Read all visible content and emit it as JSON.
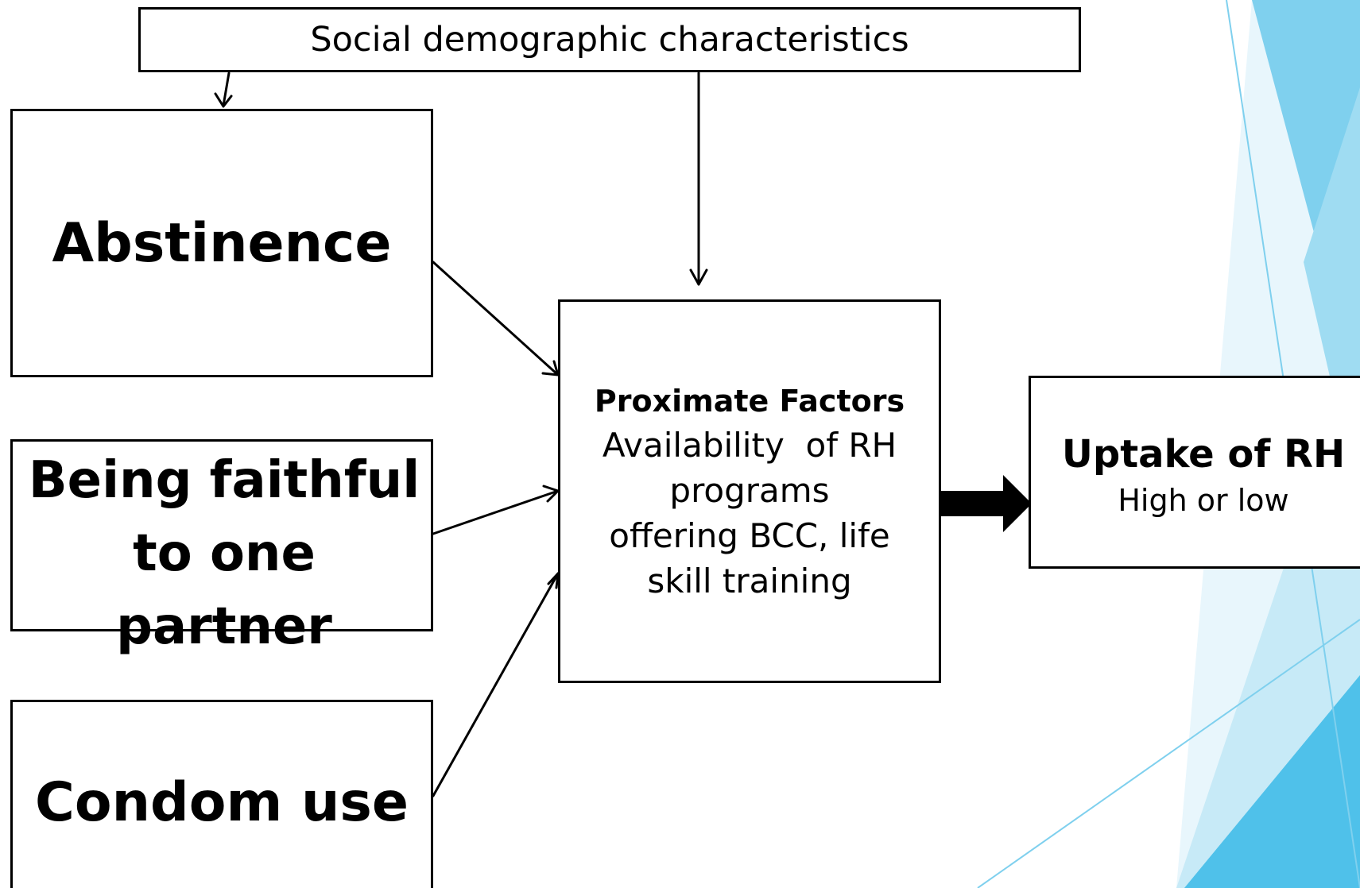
{
  "social_box": {
    "label": "Social demographic characteristics"
  },
  "abstinence_box": {
    "label": "Abstinence"
  },
  "faithful_box": {
    "lines": [
      "Being faithful",
      "to one",
      "partner"
    ]
  },
  "condom_box": {
    "label": "Condom use"
  },
  "proximate_box": {
    "title": "Proximate Factors",
    "lines": [
      "Availability  of RH",
      "programs",
      "offering BCC, life",
      "skill training"
    ]
  },
  "uptake_box": {
    "title": "Uptake of RH",
    "subtitle": "High or low"
  },
  "colors": {
    "accent_light": "#c7eaf7",
    "accent_mid": "#7fd0ee",
    "accent_dark": "#4fc1ea"
  }
}
